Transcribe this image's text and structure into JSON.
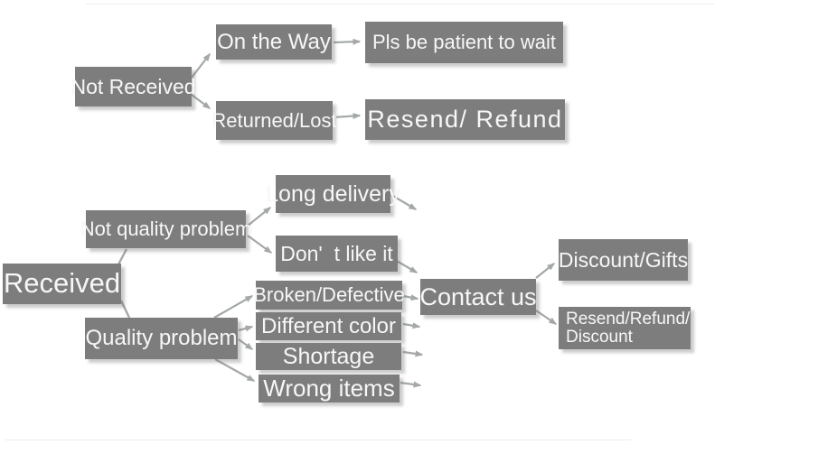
{
  "diagram": {
    "description": "Customer service after-sale flowchart",
    "colors": {
      "box": "#7d7d7d",
      "text": "#f7f7f7",
      "arrow": "#a4a8a8"
    },
    "nodes": {
      "not_received": {
        "label": "Not Received"
      },
      "on_the_way": {
        "label": "On the Way"
      },
      "pls_wait": {
        "label": "Pls be patient to wait"
      },
      "returned_lost": {
        "label": "Returned/Lost"
      },
      "resend_refund": {
        "label": "Resend/ Refund"
      },
      "received": {
        "label": "Received"
      },
      "not_quality_problem": {
        "label": "Not quality problem"
      },
      "long_delivery": {
        "label": "Long delivery"
      },
      "dont_like_it": {
        "label": "Don'  t like it"
      },
      "broken_defective": {
        "label": "Broken/Defective"
      },
      "different_color": {
        "label": "Different color"
      },
      "shortage": {
        "label": "Shortage"
      },
      "wrong_items": {
        "label": "Wrong items"
      },
      "contact_us": {
        "label": "Contact us"
      },
      "discount_gifts": {
        "label": "Discount/Gifts"
      },
      "resend_refund_discount": {
        "label": "Resend/Refund/\nDiscount"
      }
    },
    "edges": [
      {
        "from": "not_received",
        "to": "on_the_way"
      },
      {
        "from": "not_received",
        "to": "returned_lost"
      },
      {
        "from": "on_the_way",
        "to": "pls_wait"
      },
      {
        "from": "returned_lost",
        "to": "resend_refund"
      },
      {
        "from": "received",
        "to": "not_quality_problem"
      },
      {
        "from": "received",
        "to": "quality_problem"
      },
      {
        "from": "not_quality_problem",
        "to": "long_delivery"
      },
      {
        "from": "not_quality_problem",
        "to": "dont_like_it"
      },
      {
        "from": "long_delivery",
        "to": "contact_us"
      },
      {
        "from": "dont_like_it",
        "to": "contact_us"
      },
      {
        "from": "quality_problem",
        "to": "broken_defective"
      },
      {
        "from": "quality_problem",
        "to": "different_color"
      },
      {
        "from": "quality_problem",
        "to": "shortage"
      },
      {
        "from": "quality_problem",
        "to": "wrong_items"
      },
      {
        "from": "broken_defective",
        "to": "contact_us"
      },
      {
        "from": "different_color",
        "to": "contact_us"
      },
      {
        "from": "shortage",
        "to": "contact_us"
      },
      {
        "from": "wrong_items",
        "to": "contact_us"
      },
      {
        "from": "contact_us",
        "to": "discount_gifts"
      },
      {
        "from": "contact_us",
        "to": "resend_refund_discount"
      }
    ],
    "nodes_extra": {
      "quality_problem": {
        "label": "Quality problem"
      }
    }
  }
}
